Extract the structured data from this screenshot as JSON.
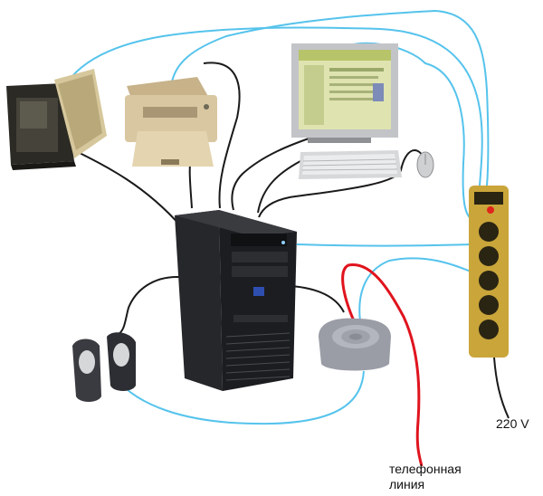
{
  "labels": {
    "power_voltage": "220 V",
    "phone_line_1": "телефонная",
    "phone_line_2": "линия"
  },
  "colors": {
    "power_cable": "#55c3ec",
    "data_cable": "#1a1a1a",
    "phone_cable": "#e0141e",
    "case": "#1e1f22",
    "beige": "#d9c89a",
    "power_strip": "#c9a53a"
  },
  "icons": [
    "scanner-icon",
    "printer-icon",
    "monitor-icon",
    "keyboard-icon",
    "mouse-icon",
    "system-unit-icon",
    "speakers-icon",
    "modem-icon",
    "power-strip-icon"
  ]
}
